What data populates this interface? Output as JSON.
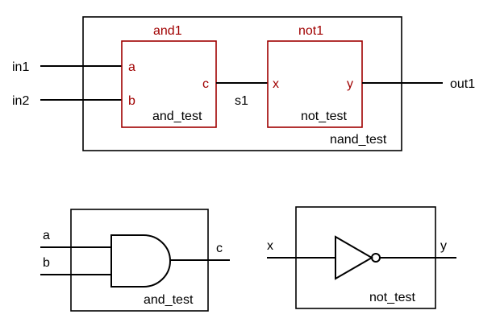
{
  "top": {
    "outer_label": "nand_test",
    "inputs": [
      "in1",
      "in2"
    ],
    "output": "out1",
    "signal": "s1",
    "and_block": {
      "instance": "and1",
      "type": "and_test",
      "ports": {
        "a": "a",
        "b": "b",
        "c": "c"
      }
    },
    "not_block": {
      "instance": "not1",
      "type": "not_test",
      "ports": {
        "x": "x",
        "y": "y"
      }
    }
  },
  "bottom": {
    "and_gate": {
      "label": "and_test",
      "inputs": [
        "a",
        "b"
      ],
      "output": "c"
    },
    "not_gate": {
      "label": "not_test",
      "input": "x",
      "output": "y"
    }
  },
  "colors": {
    "instance": "#a00000",
    "line": "#000000"
  }
}
